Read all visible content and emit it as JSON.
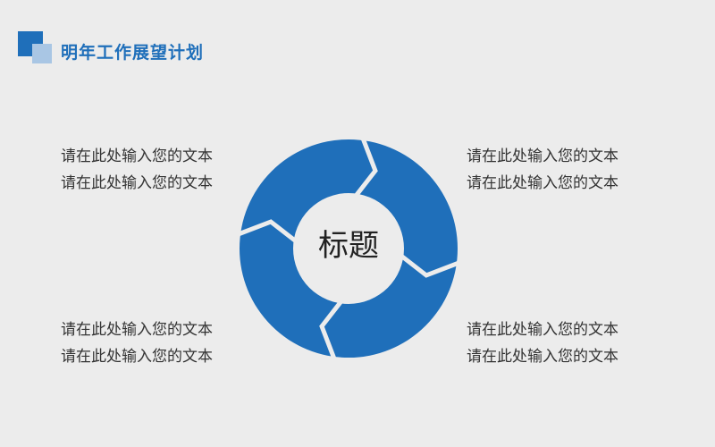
{
  "header": {
    "title": "明年工作展望计划"
  },
  "diagram": {
    "center_label": "标题",
    "segment_color": "#1f6fba",
    "gap_color": "#ececec",
    "segments": 4
  },
  "blocks": {
    "top_left": {
      "line1": "请在此处输入您的文本",
      "line2": "请在此处输入您的文本"
    },
    "top_right": {
      "line1": "请在此处输入您的文本",
      "line2": "请在此处输入您的文本"
    },
    "bottom_left": {
      "line1": "请在此处输入您的文本",
      "line2": "请在此处输入您的文本"
    },
    "bottom_right": {
      "line1": "请在此处输入您的文本",
      "line2": "请在此处输入您的文本"
    }
  }
}
